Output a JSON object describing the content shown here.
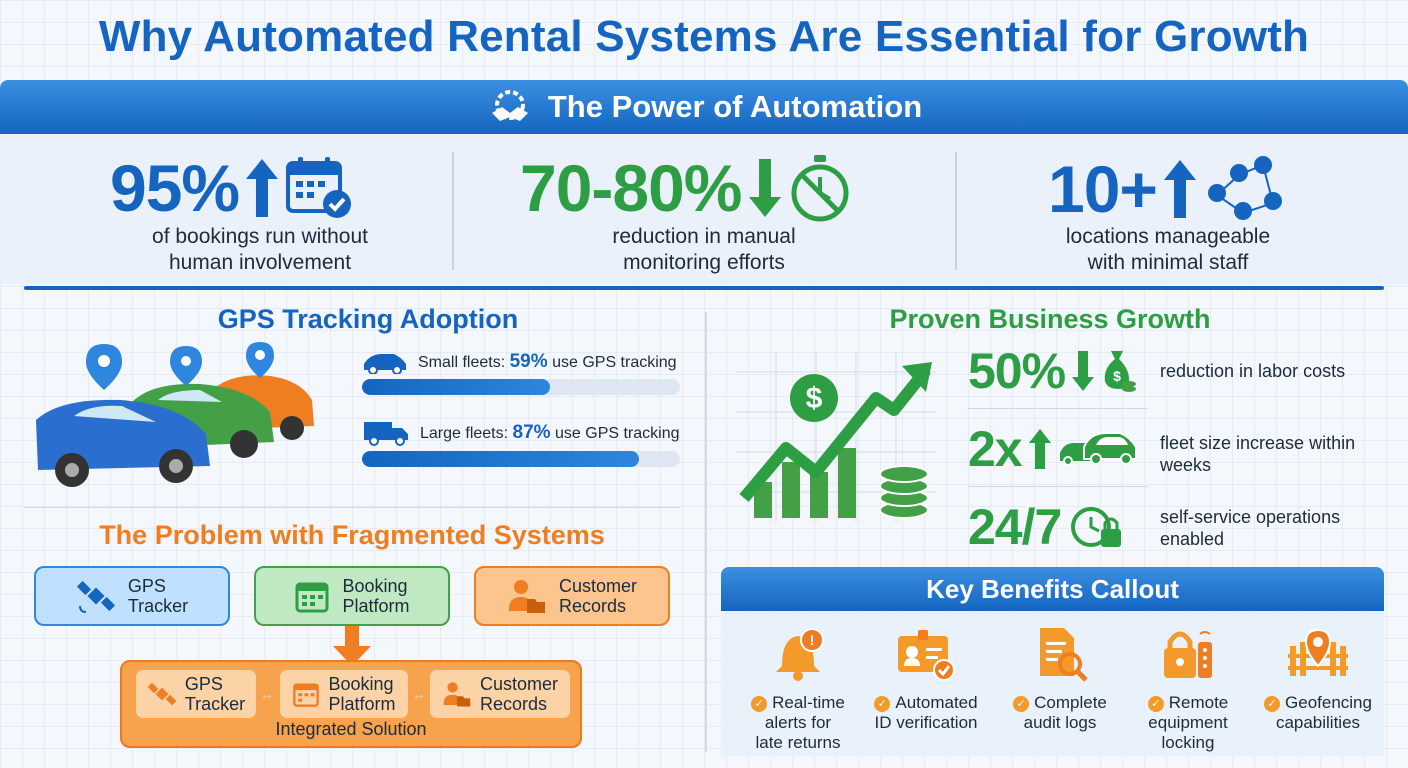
{
  "title": "Why Automated Rental Systems Are Essential for Growth",
  "power": {
    "title": "The Power of Automation",
    "stats": [
      {
        "value": "95%",
        "line1": "of bookings run without",
        "line2": "human involvement"
      },
      {
        "value": "70-80%",
        "line1": "reduction in manual",
        "line2": "monitoring efforts"
      },
      {
        "value": "10+",
        "line1": "locations manageable",
        "line2": "with minimal staff"
      }
    ]
  },
  "gps": {
    "title": "GPS Tracking Adoption",
    "small": {
      "label": "Small fleets:",
      "value": "59%",
      "suffix": "use GPS tracking",
      "percent": 59
    },
    "large": {
      "label": "Large fleets:",
      "value": "87%",
      "suffix": "use GPS tracking",
      "percent": 87
    }
  },
  "problem": {
    "title": "The Problem with Fragmented Systems",
    "boxes": [
      {
        "line1": "GPS",
        "line2": "Tracker"
      },
      {
        "line1": "Booking",
        "line2": "Platform"
      },
      {
        "line1": "Customer",
        "line2": "Records"
      }
    ],
    "integrated": {
      "items": [
        {
          "line1": "GPS",
          "line2": "Tracker"
        },
        {
          "line1": "Booking",
          "line2": "Platform"
        },
        {
          "line1": "Customer",
          "line2": "Records"
        }
      ],
      "label": "Integrated Solution"
    }
  },
  "growth": {
    "title": "Proven Business Growth",
    "items": [
      {
        "value": "50%",
        "line1": "reduction in labor costs",
        "line2": ""
      },
      {
        "value": "2x",
        "line1": "fleet size increase within",
        "line2": "weeks"
      },
      {
        "value": "24/7",
        "line1": "self-service operations",
        "line2": "enabled"
      }
    ]
  },
  "benefits": {
    "title": "Key Benefits Callout",
    "items": [
      {
        "line1": "Real-time",
        "line2": "alerts for",
        "line3": "late returns"
      },
      {
        "line1": "Automated",
        "line2": "ID verification",
        "line3": ""
      },
      {
        "line1": "Complete",
        "line2": "audit logs",
        "line3": ""
      },
      {
        "line1": "Remote",
        "line2": "equipment",
        "line3": "locking"
      },
      {
        "line1": "Geofencing",
        "line2": "capabilities",
        "line3": ""
      }
    ]
  },
  "colors": {
    "blue": "#1565c0",
    "green": "#2e9e44",
    "orange": "#ef7d22"
  }
}
